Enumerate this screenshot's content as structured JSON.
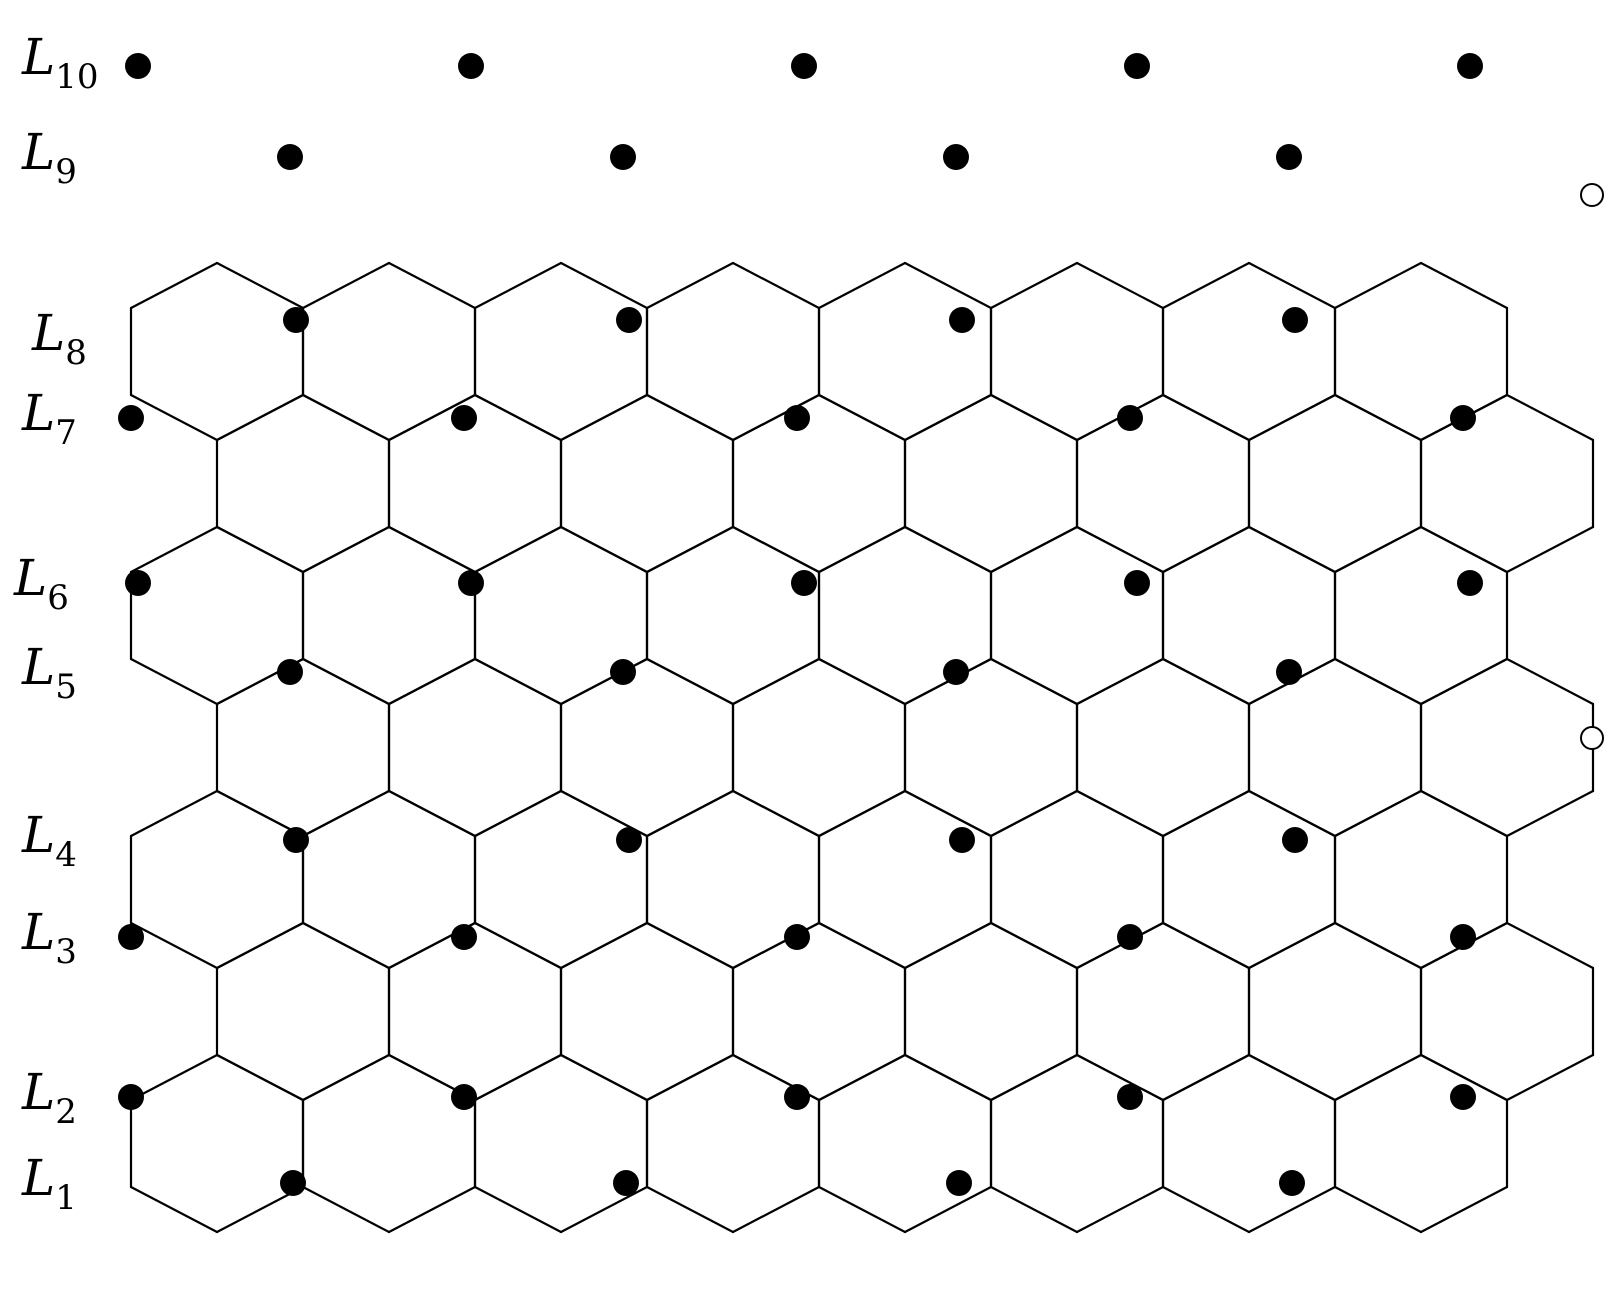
{
  "diagram": {
    "kind": "hexagonal lattice",
    "line_color": "#000000",
    "marker_color": "#000000",
    "rows": [
      {
        "label": "L",
        "sub": "10",
        "filled": 5,
        "open_marker_right": false
      },
      {
        "label": "L",
        "sub": "9",
        "filled": 4,
        "open_marker_right": true
      },
      {
        "label": "L",
        "sub": "8",
        "filled": 4,
        "open_marker_right": false
      },
      {
        "label": "L",
        "sub": "7",
        "filled": 5,
        "open_marker_right": false
      },
      {
        "label": "L",
        "sub": "6",
        "filled": 5,
        "open_marker_right": false
      },
      {
        "label": "L",
        "sub": "5",
        "filled": 4,
        "open_marker_right": true
      },
      {
        "label": "L",
        "sub": "4",
        "filled": 4,
        "open_marker_right": false
      },
      {
        "label": "L",
        "sub": "3",
        "filled": 5,
        "open_marker_right": false
      },
      {
        "label": "L",
        "sub": "2",
        "filled": 5,
        "open_marker_right": false
      },
      {
        "label": "L",
        "sub": "1",
        "filled": 4,
        "open_marker_right": false
      }
    ]
  }
}
